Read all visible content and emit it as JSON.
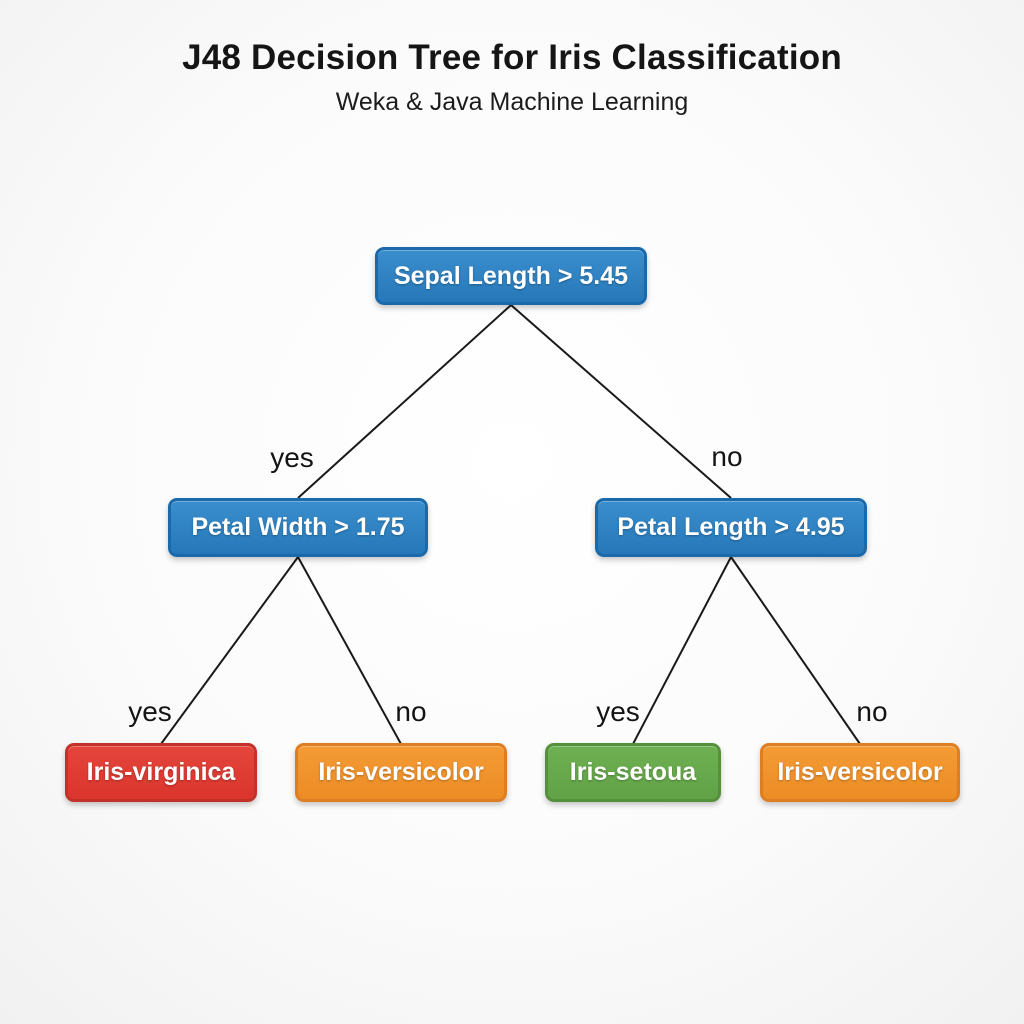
{
  "title": "J48 Decision Tree for Iris Classification",
  "subtitle": "Weka & Java Machine Learning",
  "colors": {
    "decision_node_blue": "#2b80c4",
    "leaf_red": "#e23f36",
    "leaf_orange": "#f0932d",
    "leaf_green": "#68aa4e",
    "edge_line": "#1a1a1a",
    "text_on_node": "#ffffff"
  },
  "nodes": [
    {
      "id": "root",
      "label": "Sepal Length > 5.45",
      "type": "decision"
    },
    {
      "id": "petal-width",
      "label": "Petal Width > 1.75",
      "type": "decision"
    },
    {
      "id": "petal-length",
      "label": "Petal Length > 4.95",
      "type": "decision"
    },
    {
      "id": "virginica",
      "label": "Iris-virginica",
      "type": "leaf"
    },
    {
      "id": "versicolor-left",
      "label": "Iris-versicolor",
      "type": "leaf"
    },
    {
      "id": "setoua",
      "label": "Iris-setoua",
      "type": "leaf"
    },
    {
      "id": "versicolor-right",
      "label": "Iris-versicolor",
      "type": "leaf"
    }
  ],
  "edges": [
    {
      "from": "root",
      "to": "petal-width",
      "label": "yes"
    },
    {
      "from": "root",
      "to": "petal-length",
      "label": "no"
    },
    {
      "from": "petal-width",
      "to": "virginica",
      "label": "yes"
    },
    {
      "from": "petal-width",
      "to": "versicolor-left",
      "label": "no"
    },
    {
      "from": "petal-length",
      "to": "setoua",
      "label": "yes"
    },
    {
      "from": "petal-length",
      "to": "versicolor-right",
      "label": "no"
    }
  ]
}
